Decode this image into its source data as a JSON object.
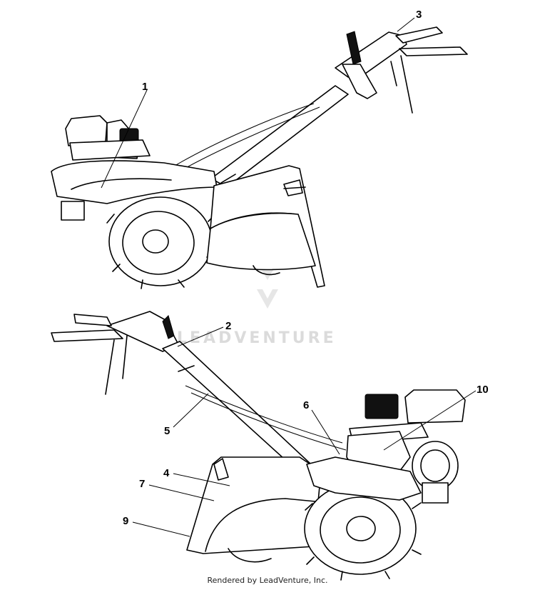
{
  "diagram": {
    "callouts": [
      {
        "id": "c1",
        "label": "1"
      },
      {
        "id": "c2",
        "label": "2"
      },
      {
        "id": "c3",
        "label": "3"
      },
      {
        "id": "c4",
        "label": "4"
      },
      {
        "id": "c5",
        "label": "5"
      },
      {
        "id": "c6",
        "label": "6"
      },
      {
        "id": "c7",
        "label": "7"
      },
      {
        "id": "c9",
        "label": "9"
      },
      {
        "id": "c10",
        "label": "10"
      }
    ],
    "watermark": "LEADVENTURE",
    "footer": "Rendered by LeadVenture, Inc."
  }
}
